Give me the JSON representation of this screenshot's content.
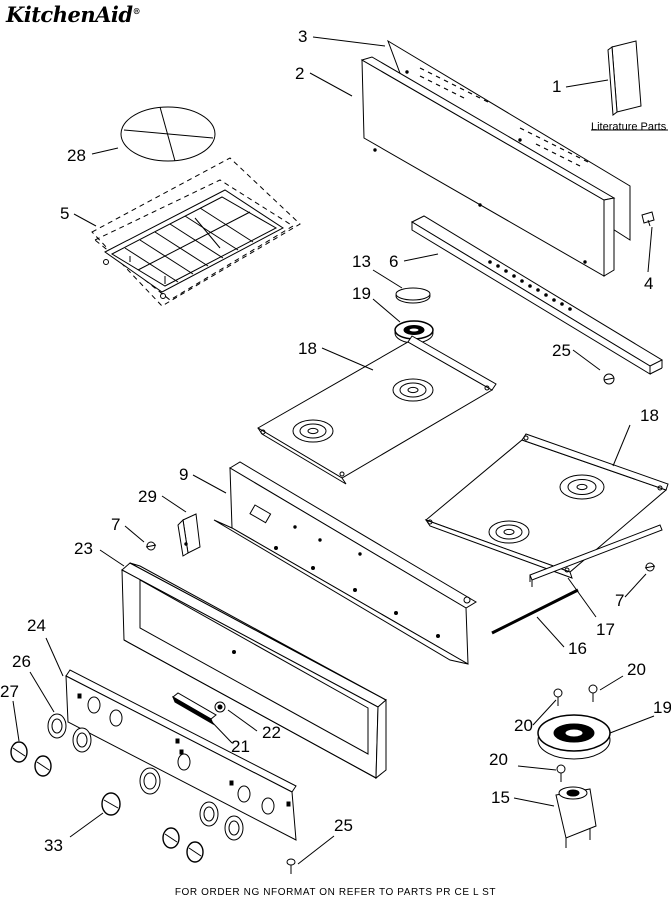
{
  "brand": "KitchenAid",
  "brand_mark": "®",
  "literature_label": "Literature Parts",
  "footer": "FOR ORDER NG NFORMAT ON REFER TO PARTS PR CE L ST",
  "callouts": {
    "c1": "1",
    "c2": "2",
    "c3": "3",
    "c4": "4",
    "c5": "5",
    "c6": "6",
    "c7a": "7",
    "c7b": "7",
    "c9": "9",
    "c13": "13",
    "c15": "15",
    "c16": "16",
    "c17": "17",
    "c18a": "18",
    "c18b": "18",
    "c19a": "19",
    "c19b": "19",
    "c20a": "20",
    "c20b": "20",
    "c20c": "20",
    "c21": "21",
    "c22": "22",
    "c23": "23",
    "c24": "24",
    "c25a": "25",
    "c25b": "25",
    "c26": "26",
    "c27": "27",
    "c28": "28",
    "c29": "29",
    "c33": "33"
  }
}
